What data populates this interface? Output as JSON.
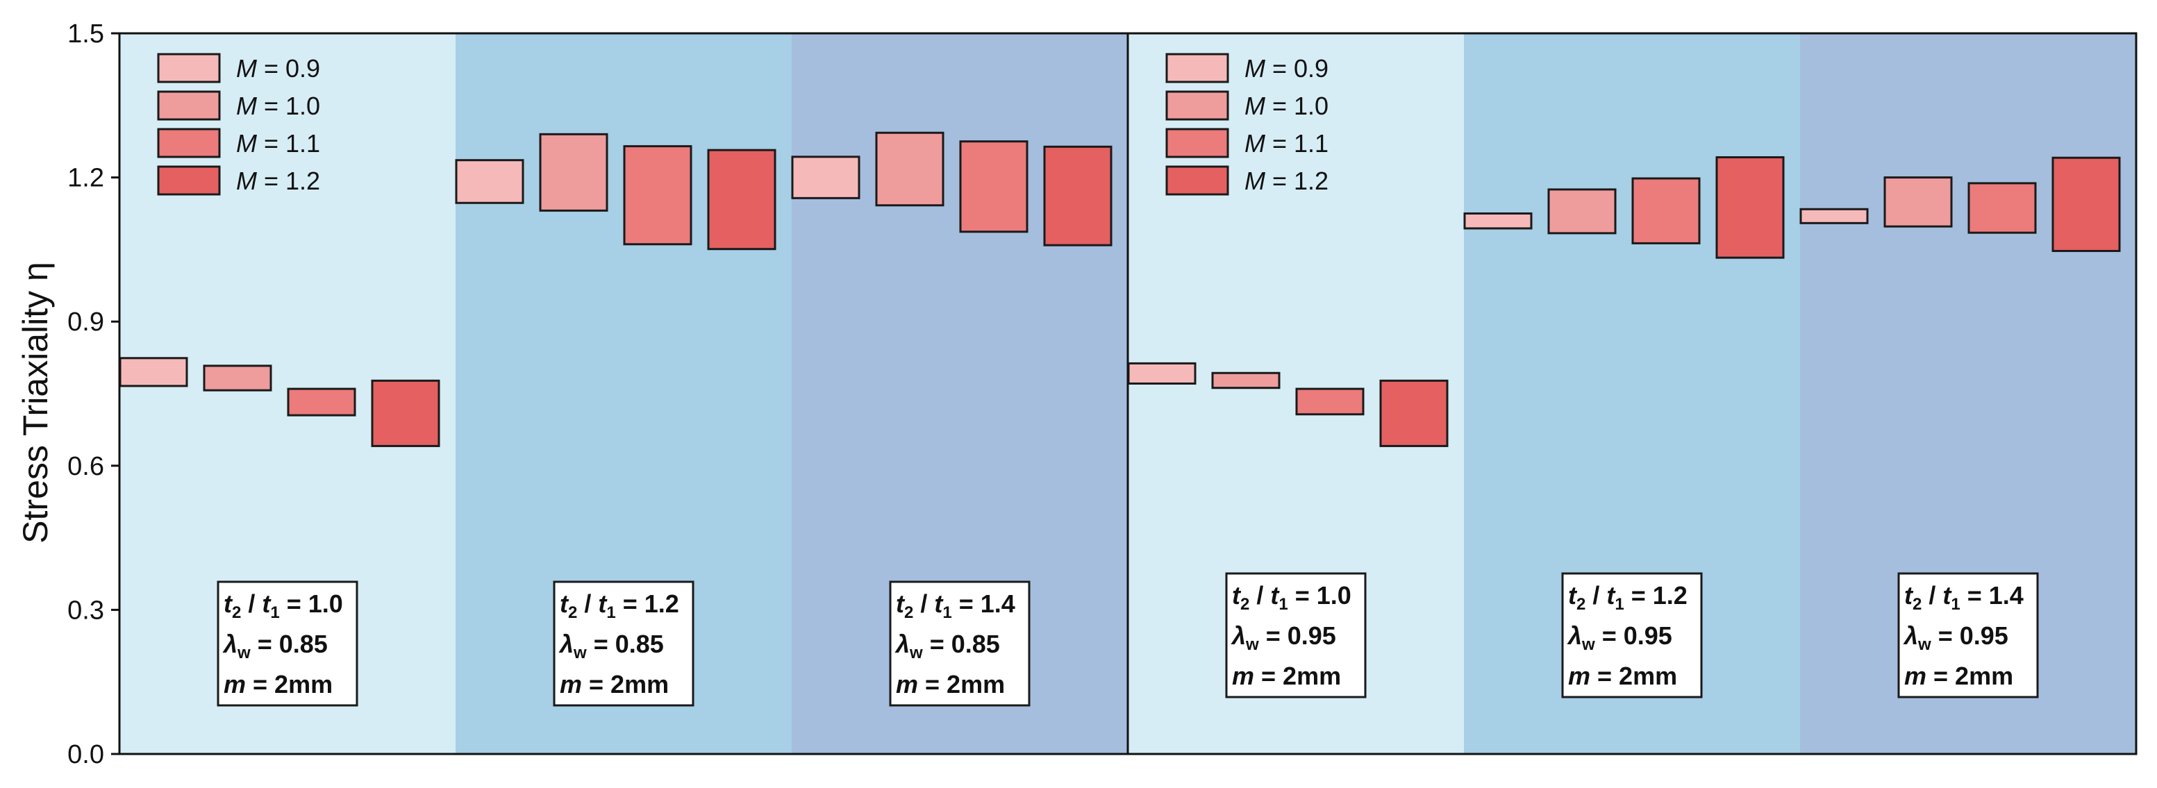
{
  "chart_data": {
    "type": "floating-bar",
    "ylabel": "Stress Triaxiality η",
    "ylim": [
      0.0,
      1.5
    ],
    "yticks": [
      "0.0",
      "0.3",
      "0.6",
      "0.9",
      "1.2",
      "1.5"
    ],
    "grid": false,
    "legend_position": "top-left of each half",
    "legend_labels": [
      "M = 0.9",
      "M = 1.0",
      "M = 1.1",
      "M = 1.2"
    ],
    "series_colors": [
      "#f6b9ba",
      "#ef9c9d",
      "#ec7b7c",
      "#e56061"
    ],
    "panel_colors": [
      "#d6edf5",
      "#a7cfe6",
      "#a5bede"
    ],
    "groups": [
      {
        "label": {
          "t_ratio": "t₂ / t₁ = 1.0",
          "lambda": "λw = 0.85",
          "m": "m = 2mm"
        },
        "ranges": [
          [
            0.766,
            0.824
          ],
          [
            0.757,
            0.808
          ],
          [
            0.705,
            0.76
          ],
          [
            0.641,
            0.777
          ]
        ]
      },
      {
        "label": {
          "t_ratio": "t₂ / t₁ = 1.2",
          "lambda": "λw = 0.85",
          "m": "m = 2mm"
        },
        "ranges": [
          [
            1.147,
            1.236
          ],
          [
            1.131,
            1.29
          ],
          [
            1.061,
            1.265
          ],
          [
            1.051,
            1.257
          ]
        ]
      },
      {
        "label": {
          "t_ratio": "t₂ / t₁ = 1.4",
          "lambda": "λw = 0.85",
          "m": "m = 2mm"
        },
        "ranges": [
          [
            1.157,
            1.243
          ],
          [
            1.142,
            1.293
          ],
          [
            1.087,
            1.275
          ],
          [
            1.059,
            1.264
          ]
        ]
      },
      {
        "label": {
          "t_ratio": "t₂ / t₁ = 1.0",
          "lambda": "λw = 0.95",
          "m": "m = 2mm"
        },
        "ranges": [
          [
            0.771,
            0.813
          ],
          [
            0.762,
            0.793
          ],
          [
            0.707,
            0.76
          ],
          [
            0.641,
            0.777
          ]
        ]
      },
      {
        "label": {
          "t_ratio": "t₂ / t₁ = 1.2",
          "lambda": "λw = 0.95",
          "m": "m = 2mm"
        },
        "ranges": [
          [
            1.094,
            1.125
          ],
          [
            1.084,
            1.175
          ],
          [
            1.063,
            1.198
          ],
          [
            1.033,
            1.242
          ]
        ]
      },
      {
        "label": {
          "t_ratio": "t₂ / t₁ = 1.4",
          "lambda": "λw = 0.95",
          "m": "m = 2mm"
        },
        "ranges": [
          [
            1.105,
            1.134
          ],
          [
            1.098,
            1.2
          ],
          [
            1.085,
            1.188
          ],
          [
            1.047,
            1.241
          ]
        ]
      }
    ]
  }
}
